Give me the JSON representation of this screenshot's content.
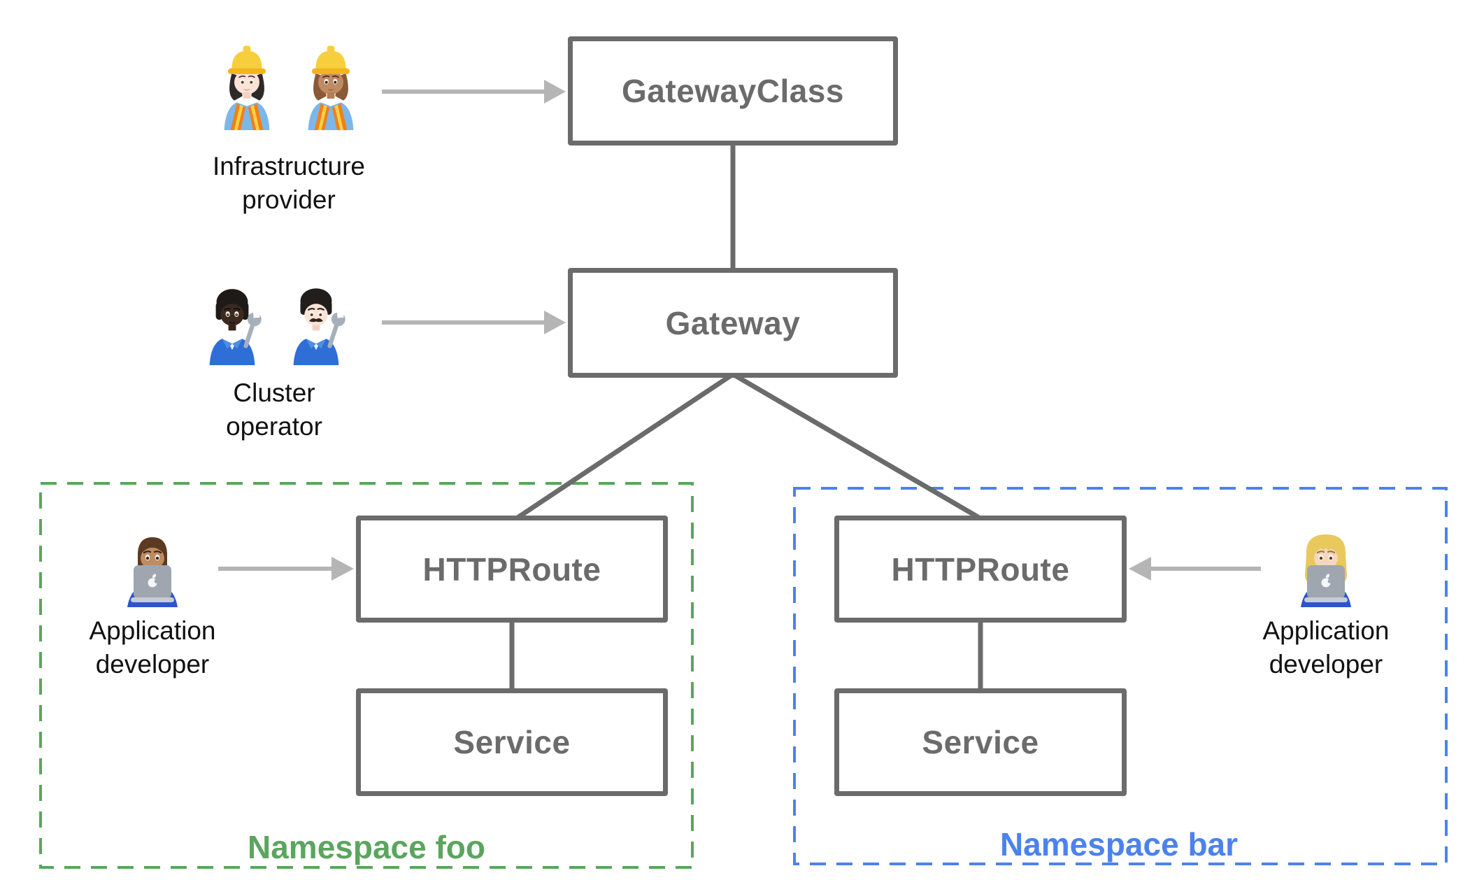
{
  "palette": {
    "line": "#6b6b6b",
    "box_text": "#6b6b6b",
    "arrow": "#b5b5b5",
    "green": "#5ba55e",
    "blue": "#4c82ec",
    "label_text": "#111111"
  },
  "nodes": {
    "gateway_class": {
      "label": "GatewayClass"
    },
    "gateway": {
      "label": "Gateway"
    },
    "httproute_foo": {
      "label": "HTTPRoute"
    },
    "service_foo": {
      "label": "Service"
    },
    "httproute_bar": {
      "label": "HTTPRoute"
    },
    "service_bar": {
      "label": "Service"
    }
  },
  "namespaces": {
    "foo": {
      "label": "Namespace foo",
      "color": "#5ba55e"
    },
    "bar": {
      "label": "Namespace bar",
      "color": "#4c82ec"
    }
  },
  "actors": {
    "infrastructure_provider": {
      "line1": "Infrastructure",
      "line2": "provider",
      "icons": [
        "woman-construction-worker-light-icon",
        "woman-construction-worker-medium-icon"
      ]
    },
    "cluster_operator": {
      "line1": "Cluster",
      "line2": "operator",
      "icons": [
        "person-mechanic-dark-icon",
        "man-mechanic-light-icon"
      ]
    },
    "app_developer_foo": {
      "line1": "Application",
      "line2": "developer",
      "icons": [
        "man-technologist-icon"
      ]
    },
    "app_developer_bar": {
      "line1": "Application",
      "line2": "developer",
      "icons": [
        "woman-technologist-icon"
      ]
    }
  }
}
